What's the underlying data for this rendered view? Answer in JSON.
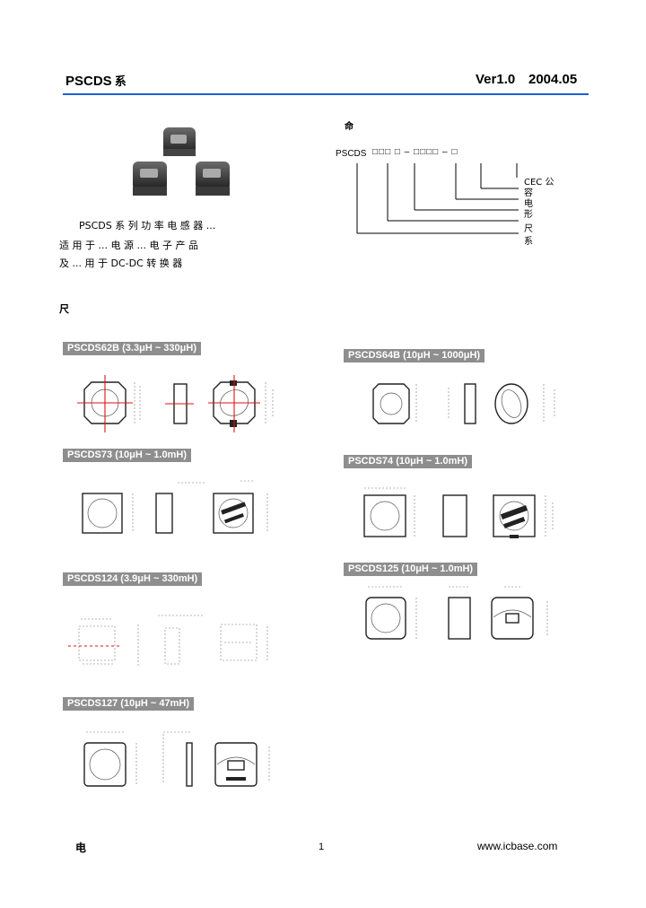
{
  "header": {
    "title": "PSCDS",
    "title_suffix": "系",
    "version": "Ver1.0",
    "date": "2004.05",
    "accent_color": "#1f5fd6"
  },
  "intro": {
    "line1": "PSCDS 系 列 功 率 电 感 器 ...",
    "line2": "适 用 于 ... 电 源 ... 电 子 产 品",
    "line3": "及 ...  用 于  DC-DC 转 换 器",
    "section_mark": "尺"
  },
  "part_code": {
    "heading": "命",
    "prefix": "PSCDS",
    "pattern": "□□□ □ – □□□□ – □",
    "labels": [
      "CEC 公",
      "容",
      "电",
      "形",
      "尺",
      "系"
    ]
  },
  "series": [
    {
      "id": "s62b",
      "label": "PSCDS62B (3.3μH ~ 330μH)"
    },
    {
      "id": "s64b",
      "label": "PSCDS64B (10μH ~ 1000μH)"
    },
    {
      "id": "s73",
      "label": "PSCDS73 (10μH ~ 1.0mH)"
    },
    {
      "id": "s74",
      "label": "PSCDS74 (10μH ~ 1.0mH)"
    },
    {
      "id": "s124",
      "label": "PSCDS124 (3.9μH ~ 330mH)"
    },
    {
      "id": "s125",
      "label": "PSCDS125 (10μH ~ 1.0mH)"
    },
    {
      "id": "s127",
      "label": "PSCDS127 (10μH ~ 47mH)"
    }
  ],
  "footer": {
    "left": "电",
    "page": "1",
    "website": "www.icbase.com"
  }
}
